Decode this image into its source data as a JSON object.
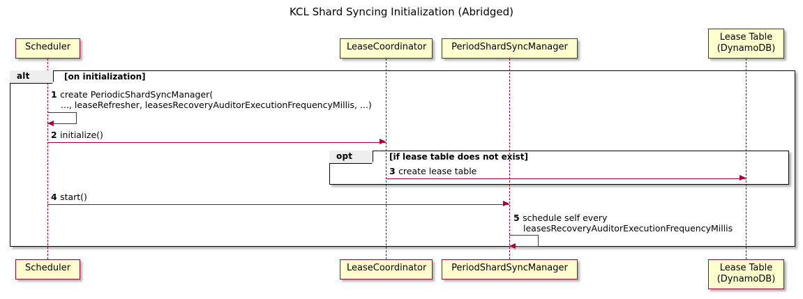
{
  "diagram": {
    "title": "KCL Shard Syncing Initialization (Abridged)",
    "type": "uml-sequence-diagram"
  },
  "participants": [
    {
      "id": "scheduler",
      "name": "Scheduler",
      "line2": ""
    },
    {
      "id": "leasecoordinator",
      "name": "LeaseCoordinator",
      "line2": ""
    },
    {
      "id": "periodshardsyncmanager",
      "name": "PeriodShardSyncManager",
      "line2": ""
    },
    {
      "id": "leasetable",
      "name": "Lease Table",
      "line2": "(DynamoDB)"
    }
  ],
  "fragments": [
    {
      "id": "alt",
      "label": "alt",
      "guard": "[on initialization]"
    },
    {
      "id": "opt",
      "label": "opt",
      "guard": "[if lease table does not exist]"
    }
  ],
  "messages": [
    {
      "num": "1",
      "line1": "create PeriodicShardSyncManager(",
      "line2": "..., leaseRefresher, leasesRecoveryAuditorExecutionFrequencyMillis, ...)",
      "from": "scheduler",
      "to": "scheduler",
      "kind": "self"
    },
    {
      "num": "2",
      "line1": "initialize()",
      "line2": "",
      "from": "scheduler",
      "to": "leasecoordinator",
      "kind": "sync"
    },
    {
      "num": "3",
      "line1": "create lease table",
      "line2": "",
      "from": "leasecoordinator",
      "to": "leasetable",
      "kind": "sync"
    },
    {
      "num": "4",
      "line1": "start()",
      "line2": "",
      "from": "scheduler",
      "to": "periodshardsyncmanager",
      "kind": "sync"
    },
    {
      "num": "5",
      "line1": "schedule self every",
      "line2": "leasesRecoveryAuditorExecutionFrequencyMillis",
      "from": "periodshardsyncmanager",
      "to": "periodshardsyncmanager",
      "kind": "self"
    }
  ],
  "colors": {
    "participant_fill": "#FEFECE",
    "participant_border": "#A80036",
    "arrow": "#A80036",
    "fragment_border": "#000000",
    "fragment_tab_fill": "#EEEEEE",
    "background": "#FFFFFF"
  }
}
